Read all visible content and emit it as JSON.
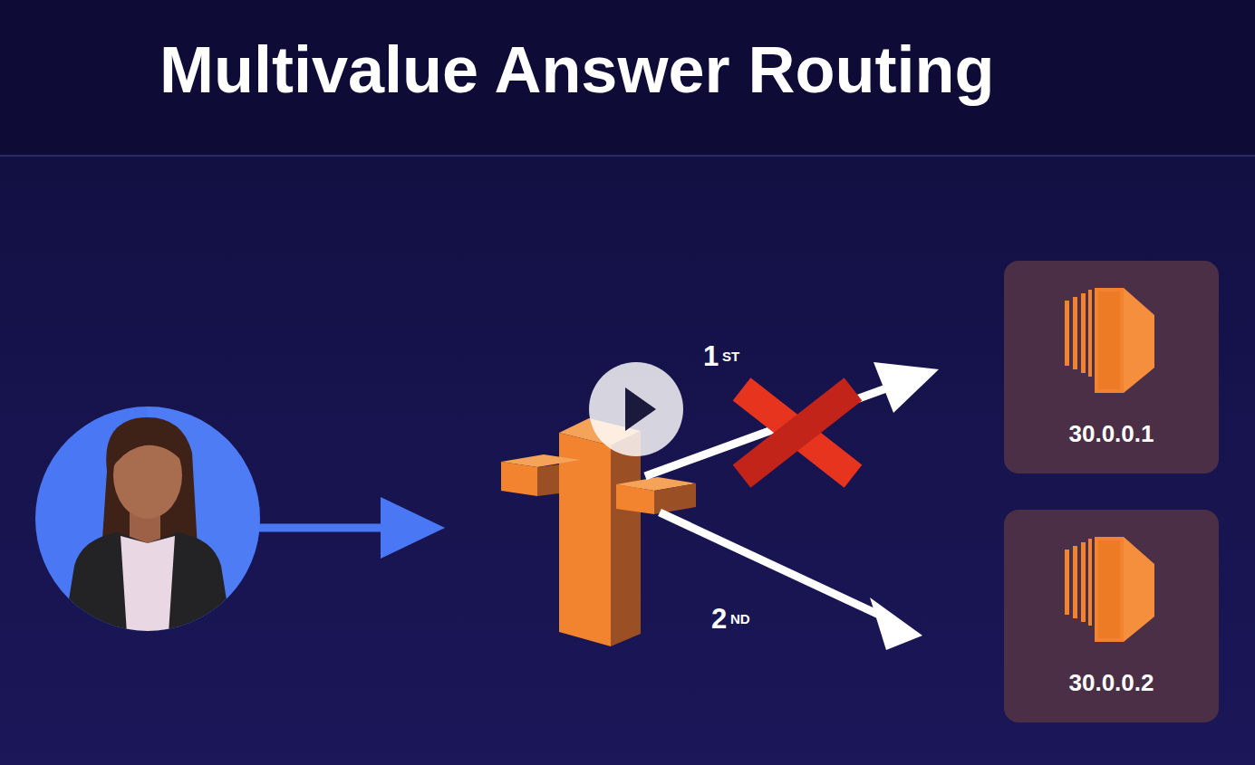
{
  "diagram": {
    "title": "Multivalue Answer Routing",
    "nodes": [
      {
        "text": [
          "30.0.0.1"
        ]
      },
      {
        "text": [
          "30.0.0.2"
        ]
      }
    ],
    "labels": [
      "1",
      "ST",
      "2",
      "ND"
    ]
  }
}
